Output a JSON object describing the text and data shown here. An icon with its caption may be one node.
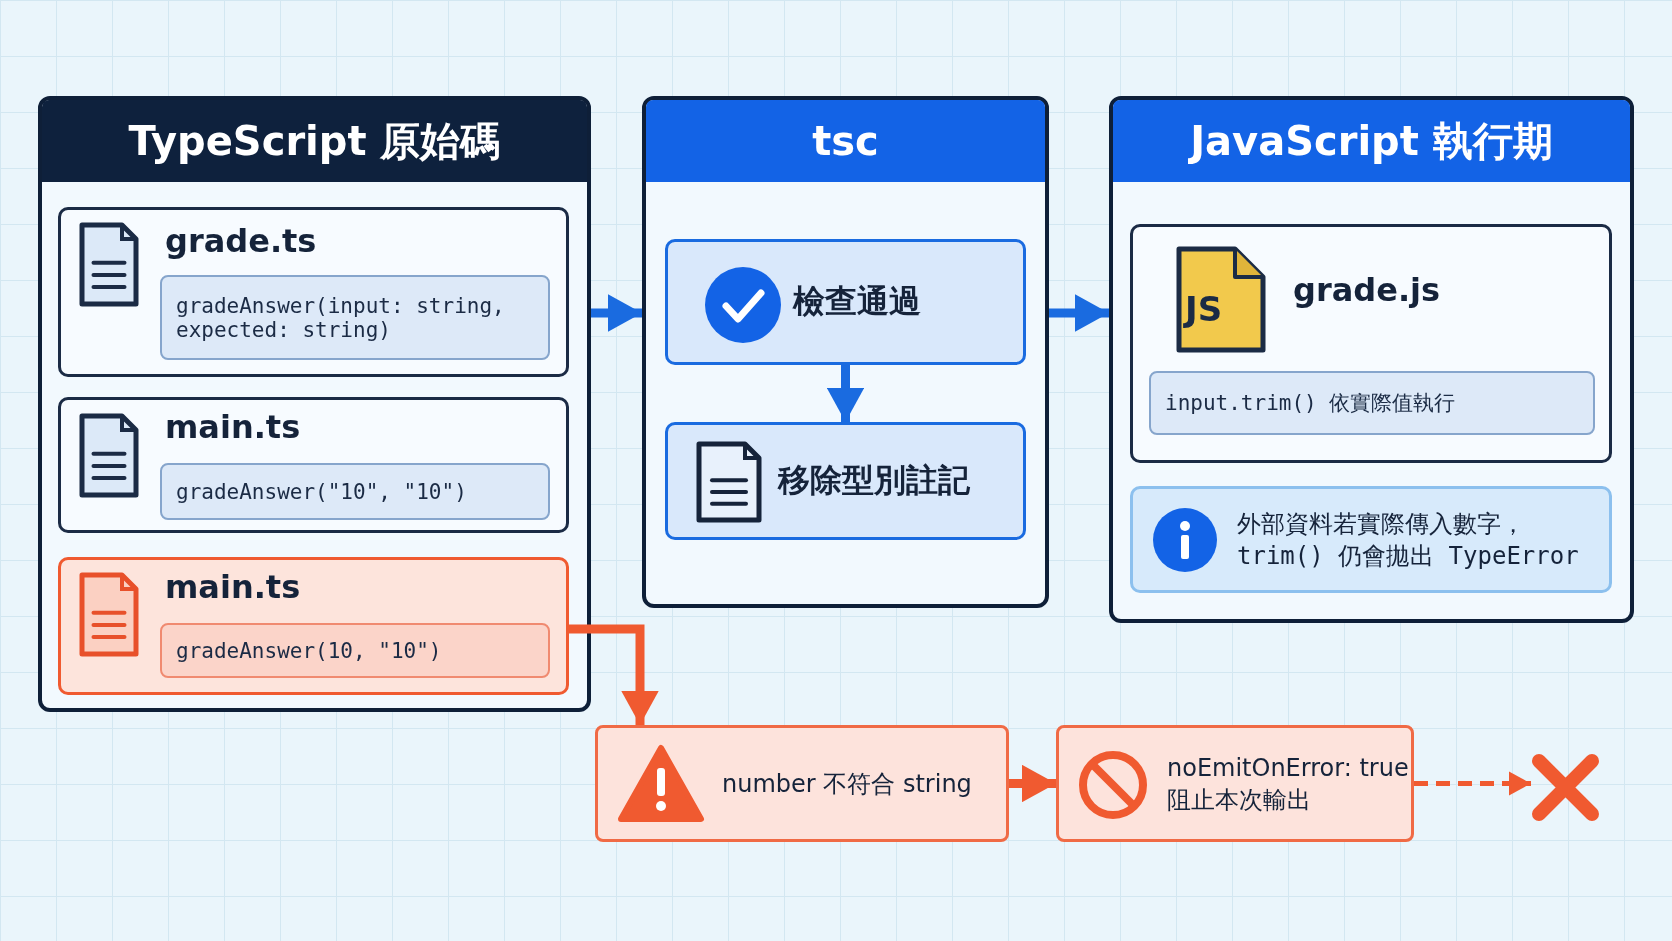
{
  "diagram": {
    "nodes": [
      {
        "text": [
          "TypeScript 原始碼"
        ]
      },
      {
        "text": [
          "grade.ts"
        ],
        "in": 0
      },
      {
        "text": [
          "gradeAnswer(input: string, expected: string)"
        ],
        "in": 1
      },
      {
        "text": [
          "main.ts"
        ],
        "in": 0
      },
      {
        "text": [
          "gradeAnswer(\"10\", \"10\")"
        ],
        "in": 3
      },
      {
        "text": [
          "main.ts"
        ],
        "in": 0
      },
      {
        "text": [
          "gradeAnswer(10, \"10\")"
        ],
        "in": 5
      },
      {
        "text": [
          "tsc"
        ]
      },
      {
        "text": [
          "檢查通過"
        ],
        "in": 7
      },
      {
        "text": [
          "移除型別註記"
        ],
        "in": 7
      },
      {
        "text": [
          "JavaScript 執行期"
        ]
      },
      {
        "text": [
          "grade.js"
        ],
        "in": 10
      },
      {
        "text": [
          "input.trim() 依實際值執行"
        ],
        "in": 11
      },
      {
        "text": [
          "外部資料若實際傳入數字，trim() 仍會拋出 TypeError"
        ],
        "in": 10
      },
      {
        "text": [
          "number 不符合 string"
        ]
      },
      {
        "text": [
          "noEmitOnError: true 阻止本次輸出"
        ]
      },
      {
        "text": [],
        "shape": "cross"
      }
    ],
    "edges": [
      {
        "from": 0,
        "to": 7,
        "arrow": "to",
        "color": "#1a6be0"
      },
      {
        "from": 8,
        "to": 9,
        "arrow": "to",
        "color": "#1a6be0"
      },
      {
        "from": 7,
        "to": 10,
        "arrow": "to",
        "color": "#1a6be0"
      },
      {
        "from": 5,
        "to": 14,
        "arrow": "to",
        "color": "#f05a30"
      },
      {
        "from": 14,
        "to": 15,
        "arrow": "to",
        "color": "#f05a30"
      },
      {
        "from": 15,
        "to": 16,
        "arrow": "to",
        "style": "dashed",
        "color": "#f05a30"
      }
    ],
    "labels": [
      "JS"
    ]
  }
}
